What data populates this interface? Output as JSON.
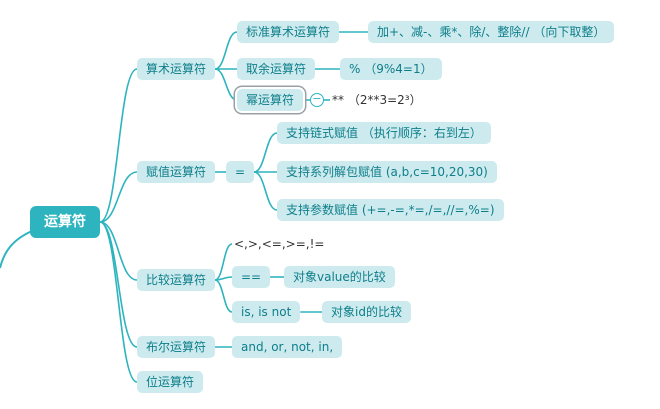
{
  "colors": {
    "accent": "#2eb4be",
    "node_bg": "#cdebee",
    "node_text": "#0e7e8a",
    "root_bg": "#2eb4be",
    "root_text": "#ffffff",
    "selected_border": "#99a0a6",
    "plain_text": "#333333"
  },
  "nodes": {
    "root": "运算符",
    "arithmetic": "算术运算符",
    "standard_arith": "标准算术运算符",
    "standard_arith_detail": "加+、减-、乘*、除/、整除// （向下取整）",
    "modulo": "取余运算符",
    "modulo_detail": "% （9%4=1）",
    "power": "幂运算符",
    "power_detail": "** （2**3=2³）",
    "collapse_glyph": "−",
    "assignment": "赋值运算符",
    "assign_eq": "=",
    "assign_chain": "支持链式赋值 （执行顺序：右到左）",
    "assign_unpack": "支持系列解包赋值 (a,b,c=10,20,30)",
    "assign_augmented": "支持参数赋值 (+=,-=,*=,/=,//=,%=)",
    "comparison": "比较运算符",
    "compare_ops": "<,>,<=,>=,!=",
    "compare_eq": "==",
    "compare_eq_detail": "对象value的比较",
    "compare_is": "is, is not",
    "compare_is_detail": "对象id的比较",
    "boolean": "布尔运算符",
    "boolean_detail": "and, or, not, in,",
    "bitwise": "位运算符"
  },
  "edges": [
    [
      "root",
      "arithmetic"
    ],
    [
      "root",
      "assignment"
    ],
    [
      "root",
      "comparison"
    ],
    [
      "root",
      "boolean"
    ],
    [
      "root",
      "bitwise"
    ],
    [
      "arithmetic",
      "standard_arith"
    ],
    [
      "arithmetic",
      "modulo"
    ],
    [
      "arithmetic",
      "power"
    ],
    [
      "standard_arith",
      "standard_arith_detail"
    ],
    [
      "modulo",
      "modulo_detail"
    ],
    [
      "power",
      "power_toggle"
    ],
    [
      "power_toggle",
      "power_detail"
    ],
    [
      "assignment",
      "assign_eq"
    ],
    [
      "assign_eq",
      "assign_chain"
    ],
    [
      "assign_eq",
      "assign_unpack"
    ],
    [
      "assign_eq",
      "assign_augmented"
    ],
    [
      "comparison",
      "compare_ops"
    ],
    [
      "comparison",
      "compare_eq"
    ],
    [
      "comparison",
      "compare_is"
    ],
    [
      "compare_eq",
      "compare_eq_detail"
    ],
    [
      "compare_is",
      "compare_is_detail"
    ],
    [
      "boolean",
      "boolean_detail"
    ]
  ]
}
